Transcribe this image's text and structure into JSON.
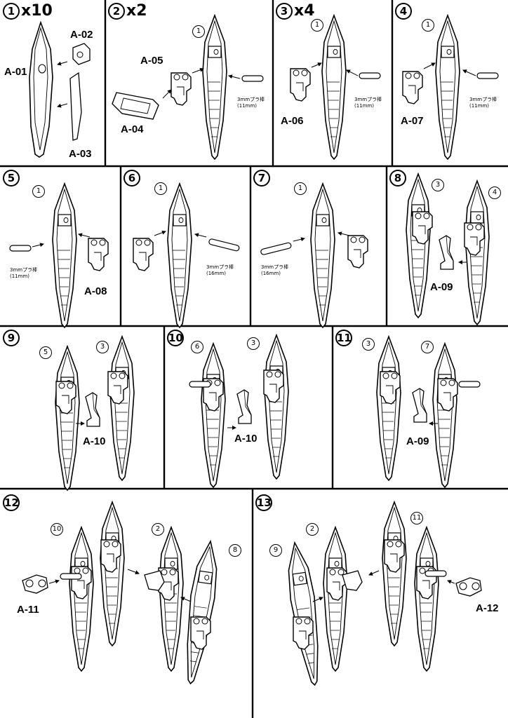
{
  "steps": [
    {
      "id": "1",
      "multiplier": "x10",
      "parts": [
        "A-01",
        "A-02",
        "A-03"
      ]
    },
    {
      "id": "2",
      "multiplier": "x2",
      "refs": [
        "1"
      ],
      "parts": [
        "A-05",
        "A-04"
      ],
      "rod_note": "3mmプラ棒\n(11mm)"
    },
    {
      "id": "3",
      "multiplier": "x4",
      "refs": [
        "1"
      ],
      "parts": [
        "A-06"
      ],
      "rod_note": "3mmプラ棒\n(11mm)"
    },
    {
      "id": "4",
      "refs": [
        "1"
      ],
      "parts": [
        "A-07"
      ],
      "rod_note": "3mmプラ棒\n(11mm)"
    },
    {
      "id": "5",
      "refs": [
        "1"
      ],
      "parts": [
        "A-08"
      ],
      "rod_note": "3mmプラ棒\n(11mm)"
    },
    {
      "id": "6",
      "refs": [
        "1"
      ],
      "rod_note": "3mmプラ棒\n(16mm)"
    },
    {
      "id": "7",
      "refs": [
        "1"
      ],
      "rod_note": "3mmプラ棒\n(16mm)"
    },
    {
      "id": "8",
      "refs": [
        "3",
        "4"
      ],
      "parts": [
        "A-09"
      ]
    },
    {
      "id": "9",
      "refs": [
        "5",
        "3"
      ],
      "parts": [
        "A-10"
      ]
    },
    {
      "id": "10",
      "refs": [
        "6",
        "3"
      ],
      "parts": [
        "A-10"
      ]
    },
    {
      "id": "11",
      "refs": [
        "3",
        "7"
      ],
      "parts": [
        "A-09"
      ]
    },
    {
      "id": "12",
      "refs": [
        "10",
        "2",
        "8"
      ],
      "parts": [
        "A-11"
      ]
    },
    {
      "id": "13",
      "refs": [
        "9",
        "2",
        "11"
      ],
      "parts": [
        "A-12"
      ]
    }
  ],
  "circled_digits": {
    "1": "①",
    "2": "②",
    "3": "③",
    "4": "④",
    "5": "⑤",
    "6": "⑥",
    "7": "⑦",
    "8": "⑧",
    "9": "⑨",
    "10": "⑩",
    "11": "⑪",
    "12": "⑫",
    "13": "⑬"
  }
}
